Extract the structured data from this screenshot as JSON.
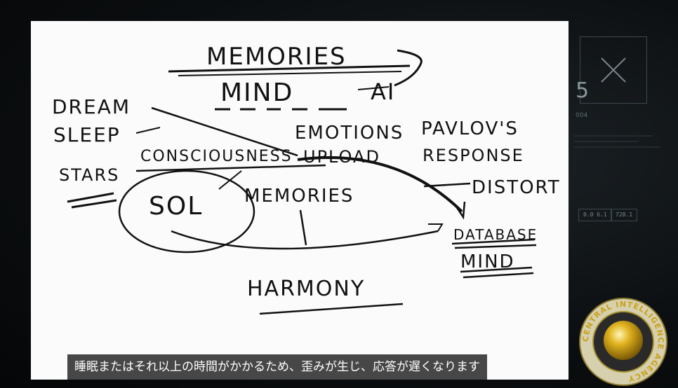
{
  "hud": {
    "big_number": "5",
    "small_code": "004",
    "chip_left": "0.0 6.1",
    "chip_right": "728.1"
  },
  "whiteboard": {
    "title": "MEMORIES",
    "subtitle": "MIND",
    "ai": "AI",
    "left_list": [
      "DREAM",
      "SLEEP",
      "STARS"
    ],
    "consciousness": "CONSCIOUSNESS",
    "emotions": "EMOTIONS",
    "upload": "UPLOAD",
    "pavlovs": "PAVLOV'S",
    "response": "RESPONSE",
    "sol": "SOL",
    "memories_inner": "MEMORIES",
    "distort": "DISTORT",
    "database": "DATABASE",
    "mind_db": "MIND",
    "harmony": "HARMONY"
  },
  "subtitle": {
    "text": "睡眠またはそれ以上の時間がかかるため、歪みが生じ、応答が遅くなります"
  },
  "seal": {
    "ring_text": "CENTRAL INTELLIGENCE AGENCY"
  }
}
